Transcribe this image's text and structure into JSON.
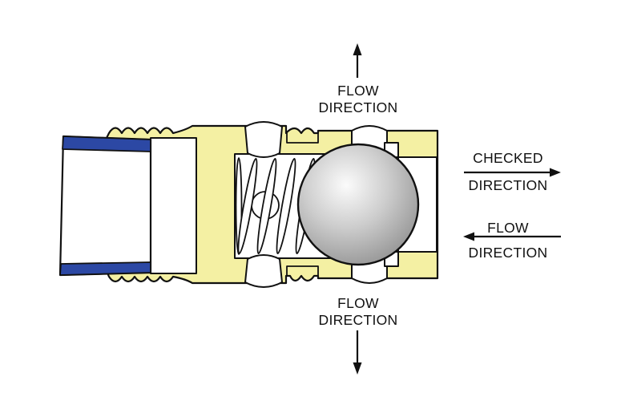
{
  "labels": {
    "flow_top": {
      "line1": "FLOW",
      "line2": "DIRECTION"
    },
    "checked": {
      "line1": "CHECKED",
      "line2": "DIRECTION"
    },
    "flow_reverse": {
      "line1": "FLOW",
      "line2": "DIRECTION"
    },
    "flow_bottom": {
      "line1": "FLOW",
      "line2": "DIRECTION"
    }
  },
  "icons": {
    "flow_top_arrow": "arrow-up",
    "checked_arrow": "arrow-right",
    "flow_reverse_arrow": "arrow-left",
    "flow_bottom_arrow": "arrow-down"
  },
  "colors": {
    "background": "#FFFFFF",
    "body": "#F4F0A3",
    "cavity": "#FFFFFF",
    "pipe_band": "#2C48A4",
    "outline": "#111111",
    "ball_highlight": "#FBFBFB",
    "ball_mid": "#CDCDCD",
    "ball_edge": "#8A8A8A"
  }
}
